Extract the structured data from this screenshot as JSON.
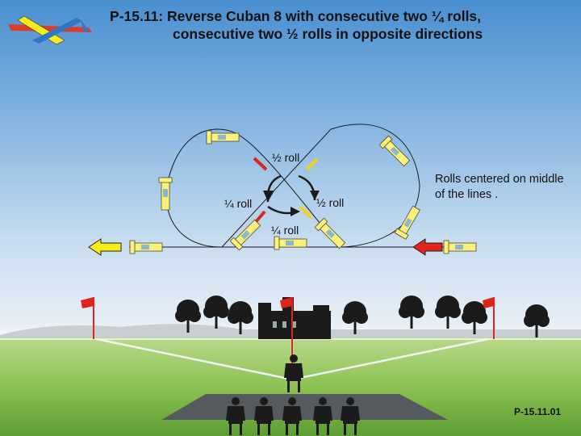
{
  "title": {
    "line1": "P-15.11: Reverse Cuban 8 with consecutive two ¼  rolls,",
    "line2": "consecutive two ½ rolls in opposite directions"
  },
  "labels": {
    "half_roll_top": "½ roll",
    "quarter_roll_left": "¼ roll",
    "half_roll_right": "½ roll",
    "quarter_roll_bottom": "¼ roll"
  },
  "note": "Rolls centered on middle of the lines .",
  "figure_code": "P-15.11.01",
  "colors": {
    "entry_arrow": "#e0241b",
    "exit_arrow": "#f5ec1a",
    "roll_marker_red": "#d9271e",
    "roll_marker_yellow": "#f2d21a",
    "flag": "#e0241b",
    "grass": "#7fb94a"
  }
}
